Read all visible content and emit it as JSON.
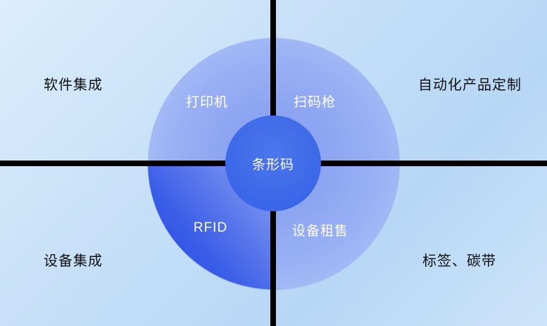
{
  "diagram": {
    "center_label": "条形码",
    "ring_labels": {
      "top_left": "打印机",
      "top_right": "扫码枪",
      "bottom_left": "RFID",
      "bottom_right": "设备租售"
    },
    "corner_labels": {
      "top_left": "软件集成",
      "top_right": "自动化产品定制",
      "bottom_left": "设备集成",
      "bottom_right": "标签、碳带"
    },
    "colors": {
      "divider": "#000000",
      "inner_circle": "#3a67e9",
      "outer_circle": "#91a8f3",
      "rfid_quadrant": "#1e44e2",
      "background": "#c6dff8"
    }
  }
}
